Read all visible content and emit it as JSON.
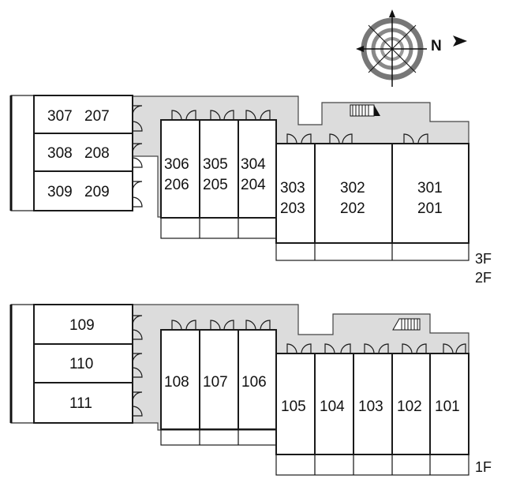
{
  "compass": {
    "north_label": "N"
  },
  "upper_plan": {
    "floor_labels": [
      "3F",
      "2F"
    ],
    "west_units": [
      {
        "label_a": "307",
        "label_b": "207"
      },
      {
        "label_a": "308",
        "label_b": "208"
      },
      {
        "label_a": "309",
        "label_b": "209"
      }
    ],
    "middle_units": [
      {
        "label_a": "306",
        "label_b": "206"
      },
      {
        "label_a": "305",
        "label_b": "205"
      },
      {
        "label_a": "304",
        "label_b": "204"
      }
    ],
    "east_units": [
      {
        "label_a": "303",
        "label_b": "203"
      },
      {
        "label_a": "302",
        "label_b": "202"
      },
      {
        "label_a": "301",
        "label_b": "201"
      }
    ]
  },
  "lower_plan": {
    "floor_label": "1F",
    "west_units": [
      "109",
      "110",
      "111"
    ],
    "middle_units": [
      "108",
      "107",
      "106"
    ],
    "east_units": [
      "105",
      "104",
      "103",
      "102",
      "101"
    ]
  }
}
